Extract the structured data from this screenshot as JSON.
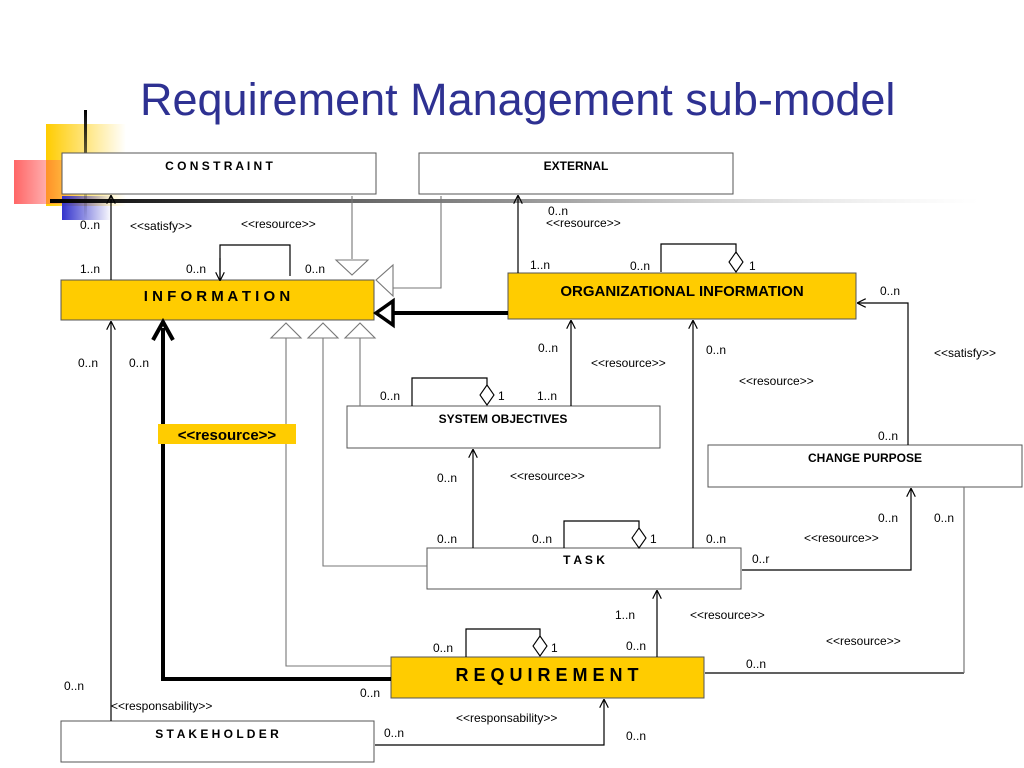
{
  "title": "Requirement Management sub-model",
  "colors": {
    "title": "#2E3192",
    "accent_box": "#FFCC00",
    "box_border": "#555555",
    "deco_yellow": "#FFCC00",
    "deco_red": "#FF6666",
    "deco_blue": "#3333CC"
  },
  "classes": {
    "constraint": "C O N S T R A I N T",
    "external": "EXTERNAL",
    "information": "I N F O R M A T  I O N",
    "organizational_information": "ORGANIZATIONAL INFORMATION",
    "system_objectives": "SYSTEM  OBJECTIVES",
    "change_purpose": "CHANGE PURPOSE",
    "task": "T A S K",
    "requirement": "R E Q U I R E M E N T",
    "stakeholder": "S T A K E H O L D E R"
  },
  "stereotypes": {
    "satisfy": "<<satisfy>>",
    "resource": "<<resource>>",
    "responsability": "<<responsability>>"
  },
  "multiplicities": {
    "zero_n": "0..n",
    "one_n": "1..n",
    "one": "1",
    "zero_r": "0..r",
    "zero_n_clipped": "0..n"
  }
}
